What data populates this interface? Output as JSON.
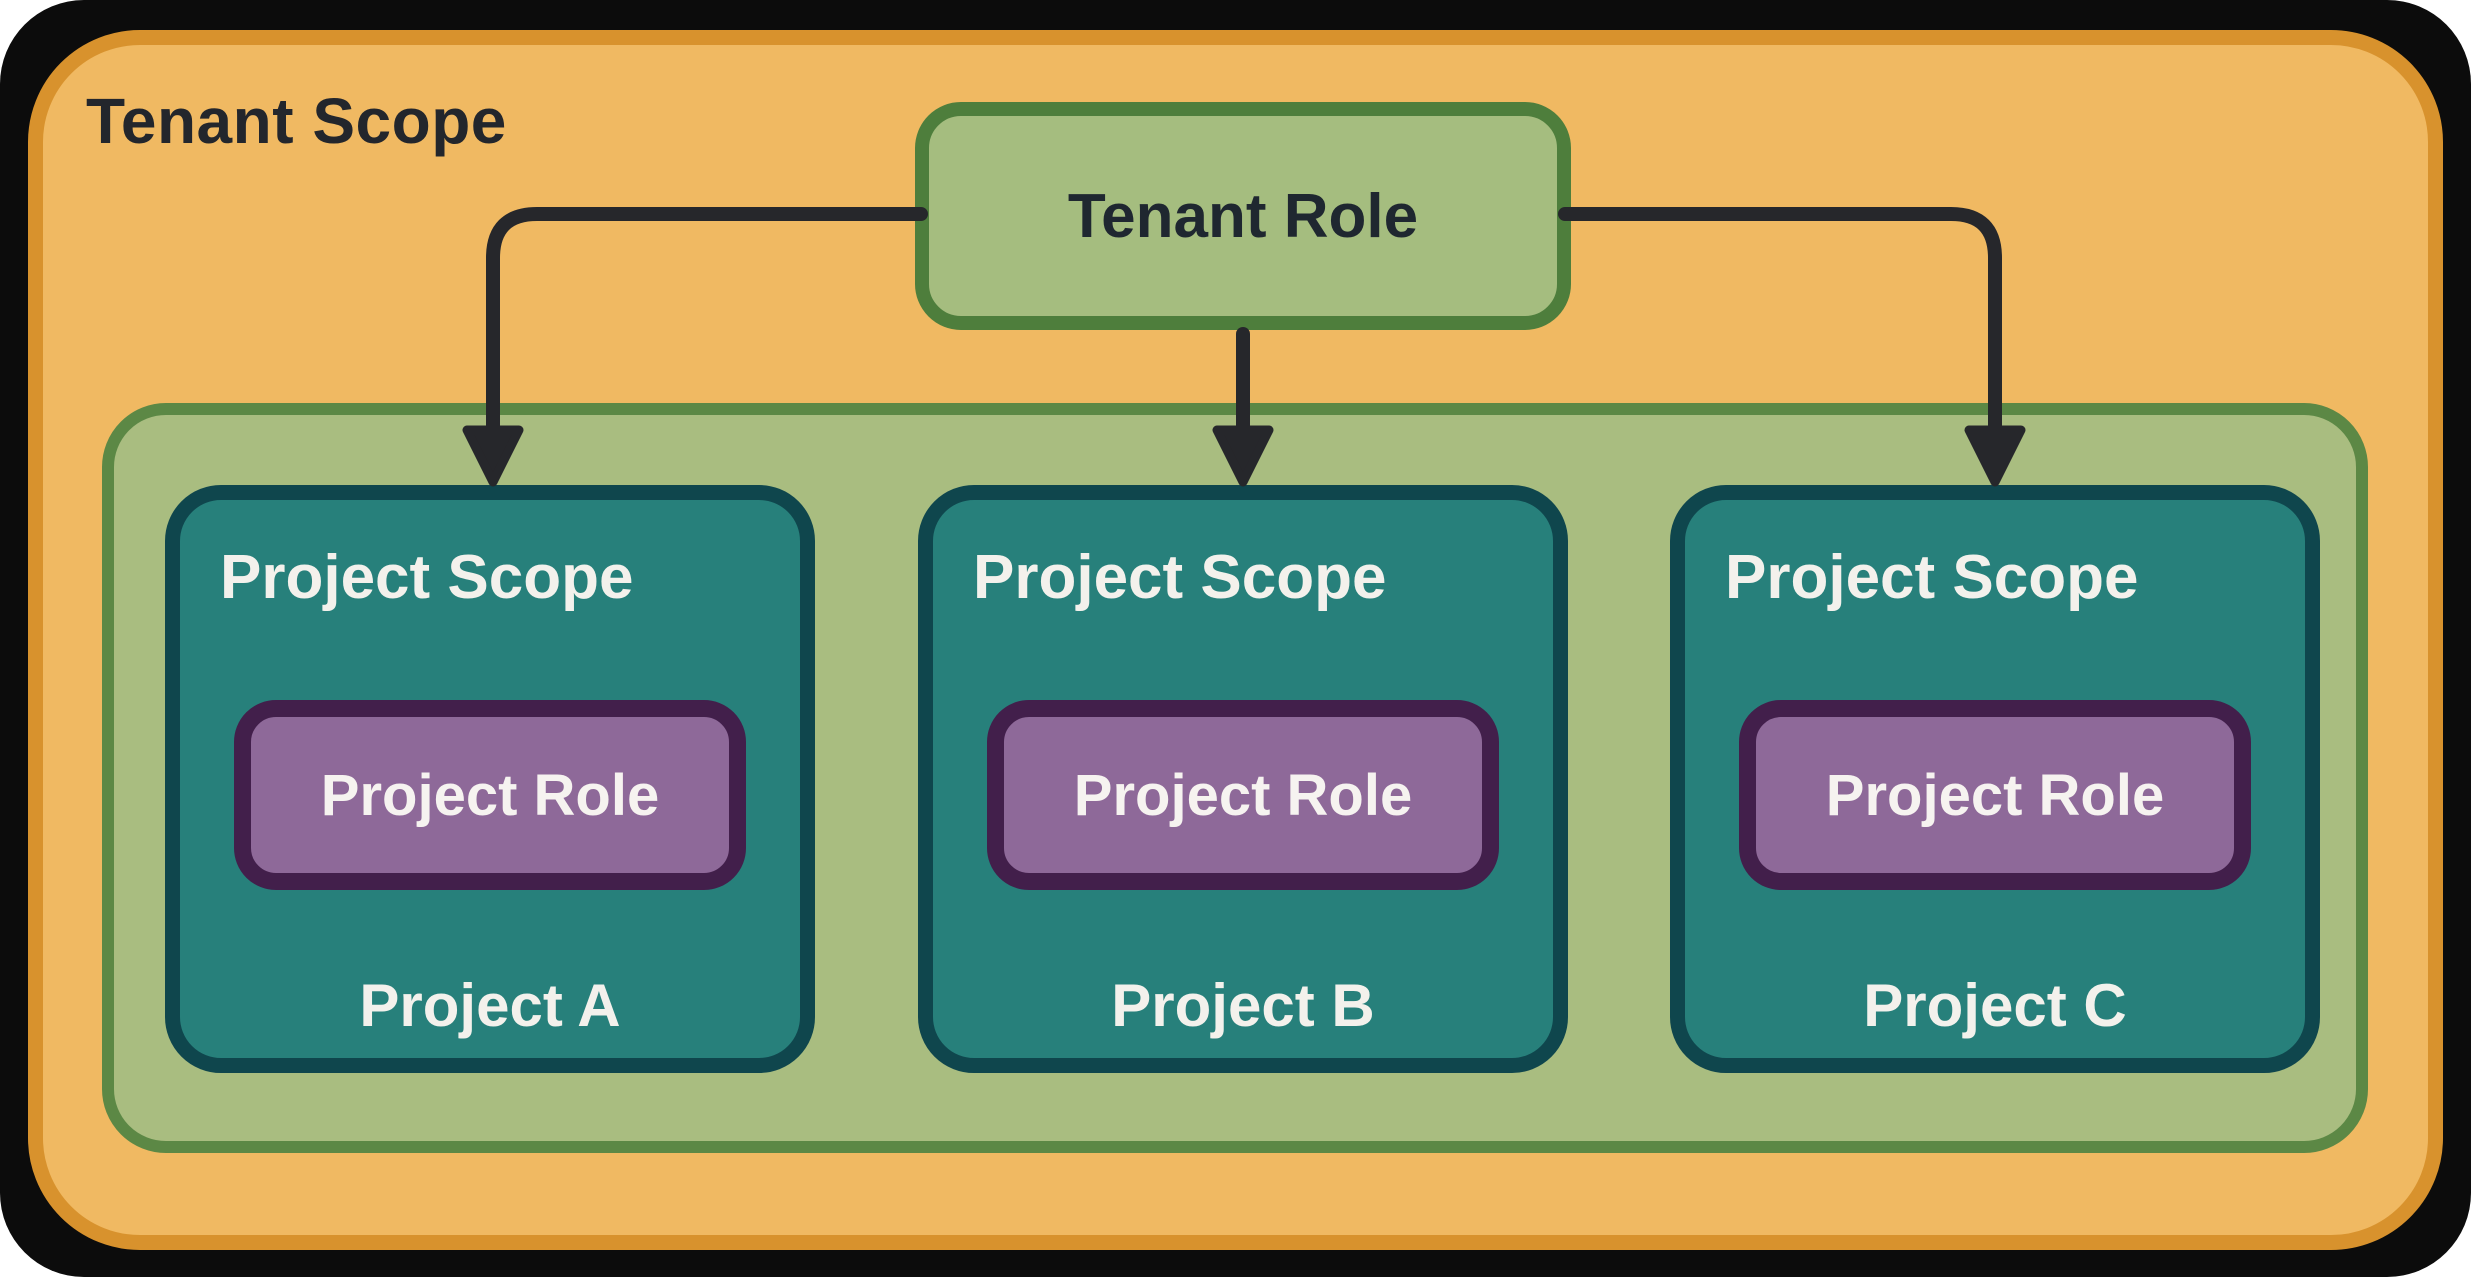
{
  "diagram": {
    "tenant_scope_label": "Tenant Scope",
    "tenant_role_label": "Tenant Role",
    "projects": [
      {
        "scope_label": "Project Scope",
        "role_label": "Project Role",
        "name": "Project A"
      },
      {
        "scope_label": "Project Scope",
        "role_label": "Project Role",
        "name": "Project B"
      },
      {
        "scope_label": "Project Scope",
        "role_label": "Project Role",
        "name": "Project C"
      }
    ],
    "arrows": [
      {
        "from": "Tenant Role",
        "to": "Project A"
      },
      {
        "from": "Tenant Role",
        "to": "Project B"
      },
      {
        "from": "Tenant Role",
        "to": "Project C"
      }
    ]
  },
  "colors": {
    "frame_background": "#0c0c0c",
    "tenant_scope_fill": "#F0B962",
    "tenant_scope_border": "#D8922D",
    "tenant_role_fill": "#A5BD7F",
    "tenant_role_border": "#4E7E3C",
    "project_container_fill": "#A9BD80",
    "project_container_border": "#5C8845",
    "project_card_fill": "#27807B",
    "project_card_border": "#0F464D",
    "project_role_fill": "#8E6999",
    "project_role_border": "#421F4B",
    "arrow": "#26272B",
    "text_dark": "#23262c",
    "text_light": "#F3F1EC"
  }
}
